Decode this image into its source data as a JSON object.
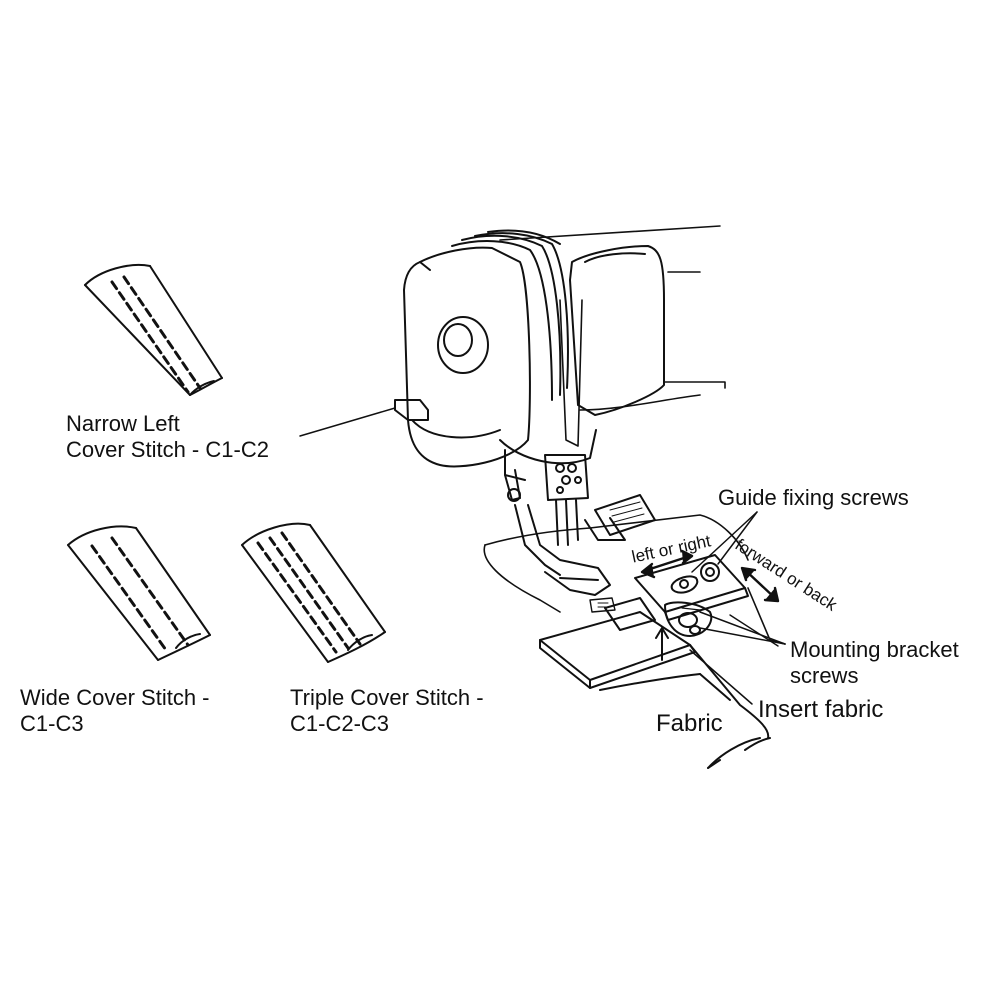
{
  "labels": {
    "narrow_line1": "Narrow Left",
    "narrow_line2": "Cover Stitch - C1-C2",
    "wide_line1": "Wide Cover Stitch -",
    "wide_line2": "C1-C3",
    "triple_line1": "Triple Cover Stitch -",
    "triple_line2": "C1-C2-C3",
    "guide_screws": "Guide fixing screws",
    "left_or_right": "left or right",
    "forward_or_back": "forward or back",
    "mounting_line1": "Mounting bracket",
    "mounting_line2": "screws",
    "insert_fabric": "Insert fabric",
    "fabric": "Fabric"
  },
  "colors": {
    "ink": "#111111",
    "paper": "#ffffff"
  }
}
